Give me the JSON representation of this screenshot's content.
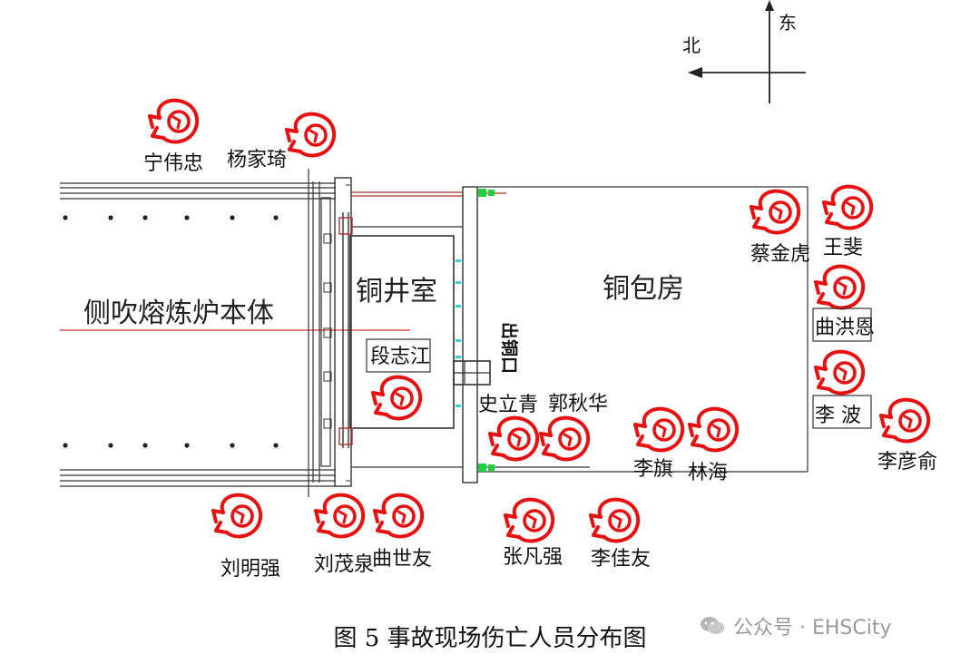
{
  "compass": {
    "east": "东",
    "north": "北"
  },
  "areas": {
    "furnace": "侧吹熔炼炉本体",
    "well_room": "铜井室",
    "ladle_room": "铜包房",
    "copper_outlet": "出铜口"
  },
  "people": {
    "ning_weizhong": "宁伟忠",
    "yang_jiaqi": "杨家琦",
    "cai_jinhu": "蔡金虎",
    "wang_fei": "王斐",
    "qu_hongen": "曲洪恩",
    "li_bo": "李  波",
    "li_yanyu": "李彦俞",
    "duan_zhijiang": "段志江",
    "shi_liqing": "史立青",
    "guo_qiuhua": "郭秋华",
    "li_qi": "李旗",
    "lin_hai": "林海",
    "liu_mingqiang": "刘明强",
    "liu_maoquan": "刘茂泉",
    "qu_shiyou": "曲世友",
    "zhang_fanqiang": "张凡强",
    "li_jiayou": "李佳友"
  },
  "caption": "图 5  事故现场伤亡人员分布图",
  "watermark": "公众号 · EHSCity",
  "colors": {
    "line": "#1a1a1a",
    "marker": "#e81010",
    "accent_green": "#1fd13a",
    "accent_cyan": "#2fd0d8",
    "red_line": "#d43030"
  }
}
